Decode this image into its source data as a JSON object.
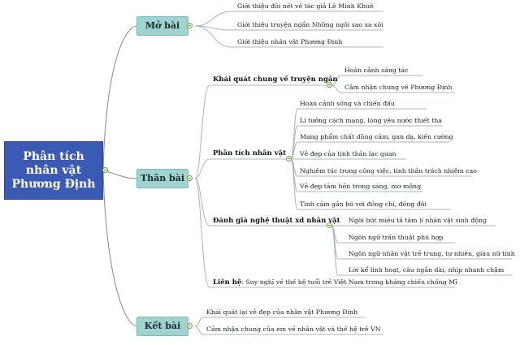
{
  "root": {
    "line1": "Phân tích",
    "line2": "nhân vật",
    "line3": "Phương Định"
  },
  "mo_bai": {
    "label": "Mở bài",
    "items": [
      "Giới thiệu đôi nét về tác giả Lê Minh Khuê",
      "Giới thiệu truyện ngắn Những ngôi sao xa xôi",
      "Giới thiệu nhân vật Phương Định"
    ]
  },
  "than_bai": {
    "label": "Thân bài",
    "khai_quat": {
      "label": "Khái quát chung về truyện ngắn",
      "items": [
        "Hoàn cảnh sáng tác",
        "Cảm nhận chung về Phương Định"
      ]
    },
    "phan_tich": {
      "label": "Phân tích nhân vật",
      "items": [
        "Hoàn cảnh sống và chiến đấu",
        "Lí tưởng cách mạng, lòng yêu nước thiết tha",
        "Mang phẩm chất dũng cảm, gan dạ, kiên cường",
        "Vẻ đẹp của tinh thần lạc quan",
        "Nghiêm túc trong công việc, tinh thần trách nhiệm cao",
        "Vẻ đẹp tâm hồn trong sáng, mơ mộng",
        "Tình cảm gắn bó với đồng chí, đồng đội"
      ]
    },
    "danh_gia": {
      "label": "Đánh giá nghệ thuật xd nhân vật",
      "items": [
        "Ngòi bút miêu tả tâm lí nhân vật sinh động",
        "Ngôn ngữ trần thuật phù hợp",
        "Ngôn ngữ nhân vật trẻ trung, tự nhiên, giàu nữ tính",
        "Lời kể linh hoạt, câu ngắn dài, nhịp nhanh chậm"
      ]
    },
    "lien_he": {
      "label": "Liên hệ",
      "text": ": Suy nghĩ về thế hệ tuổi trẻ Việt Nam trong kháng chiến chống Mĩ"
    }
  },
  "ket_bai": {
    "label": "Kết bài",
    "items": [
      "Khái quát lại vẻ đẹp của nhân vật Phương Định",
      "Cảm nhận chung của em về nhân vật và thế hệ trẻ VN"
    ]
  }
}
